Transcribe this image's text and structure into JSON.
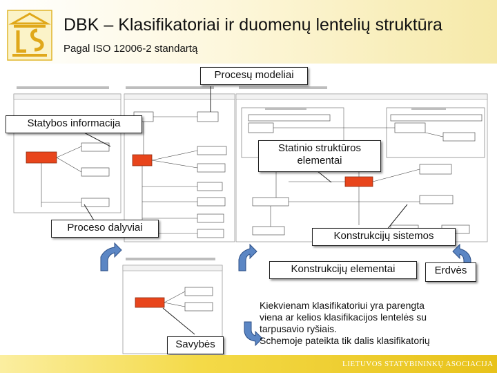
{
  "header": {
    "title": "DBK – Klasifikatoriai ir duomenų lentelių struktūra",
    "subtitle": "Pagal ISO 12006-2 standartą"
  },
  "labels": {
    "process_models": "Procesų modeliai",
    "construction_info": "Statybos informacija",
    "structure_elements": "Statinio struktūros elementai",
    "process_participants": "Proceso dalyviai",
    "construction_systems": "Konstrukcijų sistemos",
    "construction_elements": "Konstrukcijų elementai",
    "spaces": "Erdvės",
    "properties": "Savybės"
  },
  "note": {
    "line1": "Kiekvienam klasifikatoriui yra parengta",
    "line2": "viena ar kelios klasifikacijos lentelės su",
    "line3": "tarpusavio ryšiais.",
    "line4": "Schemoje pateikta tik dalis klasifikatorių"
  },
  "footer": {
    "text": "LIETUVOS STATYBININKŲ ASOCIACIJA"
  },
  "colors": {
    "gold": "#e8c21a",
    "entity_red": "#e8451c",
    "arrow_blue": "#5b86c4"
  }
}
